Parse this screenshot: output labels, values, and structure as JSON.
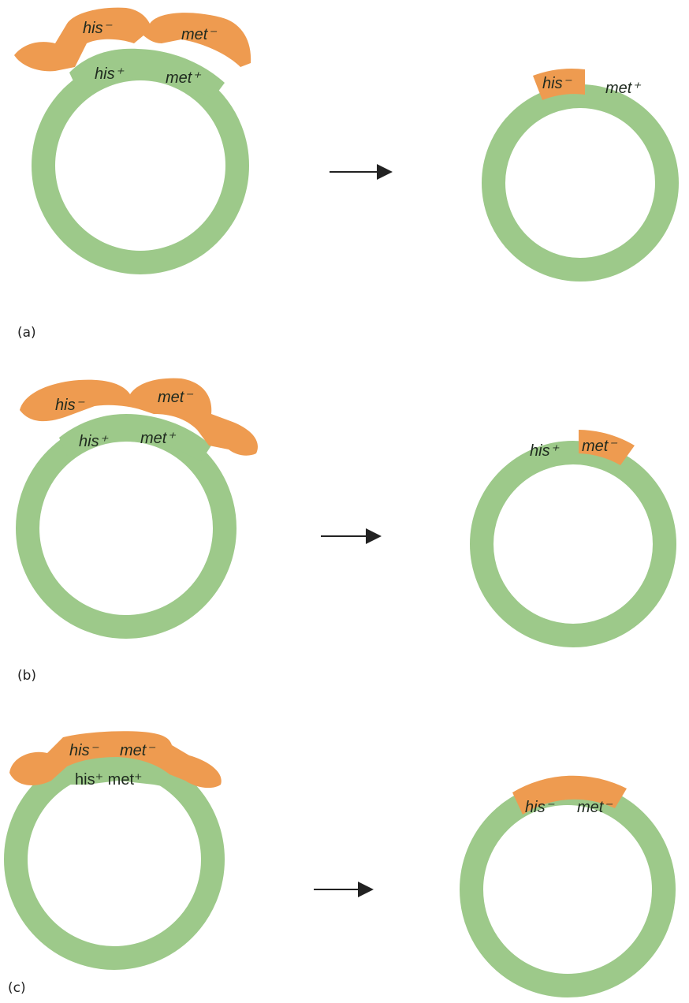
{
  "colors": {
    "chromosome_green": "#9dc98a",
    "fragment_orange": "#ee9b50",
    "text": "#1f2a1f"
  },
  "panels": [
    {
      "label": "(a)",
      "fragment_labels": [
        "his⁻",
        "met⁻"
      ],
      "chromosome_labels": [
        "his⁺",
        "met⁺"
      ],
      "result_labels": [
        "his⁻",
        "met⁺"
      ]
    },
    {
      "label": "(b)",
      "fragment_labels": [
        "his⁻",
        "met⁻"
      ],
      "chromosome_labels": [
        "his⁺",
        "met⁺"
      ],
      "result_labels": [
        "his⁺",
        "met⁻"
      ]
    },
    {
      "label": "(c)",
      "fragment_labels": [
        "his⁻",
        "met⁻"
      ],
      "chromosome_labels": [
        "his⁺ met⁺"
      ],
      "result_labels": [
        "his⁻",
        "met⁻"
      ]
    }
  ]
}
